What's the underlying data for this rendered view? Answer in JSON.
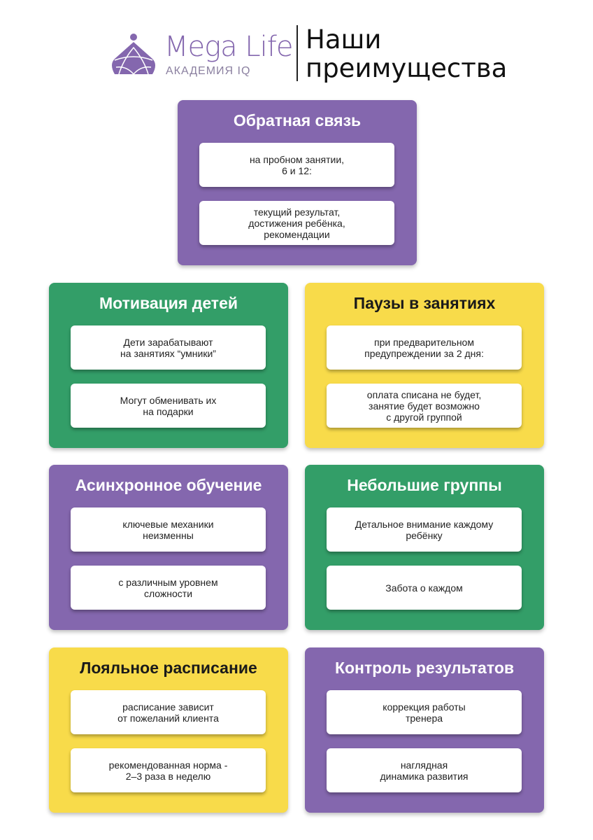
{
  "header": {
    "brand": "Mega Life",
    "subtitle": "АКАДЕМИЯ IQ",
    "title_line1": "Наши",
    "title_line2": "преимущества",
    "colors": {
      "purple": "#8467ae",
      "green": "#339e68",
      "yellow": "#f8db4a"
    }
  },
  "cards": [
    {
      "title": "Обратная связь",
      "items": [
        "на пробном занятии,\n6 и 12:",
        "текущий результат,\nдостижения ребёнка,\nрекомендации"
      ]
    },
    {
      "title": "Мотивация детей",
      "items": [
        "Дети зарабатывают\nна занятиях “умники”",
        "Могут обменивать их\nна подарки"
      ]
    },
    {
      "title": "Паузы в занятиях",
      "items": [
        "при предварительном\nпредупреждении за 2 дня:",
        "оплата списана не будет,\nзанятие будет возможно\nс другой группой"
      ]
    },
    {
      "title": "Асинхронное обучение",
      "items": [
        "ключевые механики\nнеизменны",
        "с различным уровнем\nсложности"
      ]
    },
    {
      "title": "Небольшие группы",
      "items": [
        "Детальное внимание каждому\nребёнку",
        "Забота о каждом"
      ]
    },
    {
      "title": "Лояльное расписание",
      "items": [
        "расписание зависит\nот пожеланий клиента",
        "рекомендованная норма -\n2–3 раза в неделю"
      ]
    },
    {
      "title": "Контроль результатов",
      "items": [
        "коррекция работы\nтренера",
        "наглядная\nдинамика развития"
      ]
    }
  ]
}
